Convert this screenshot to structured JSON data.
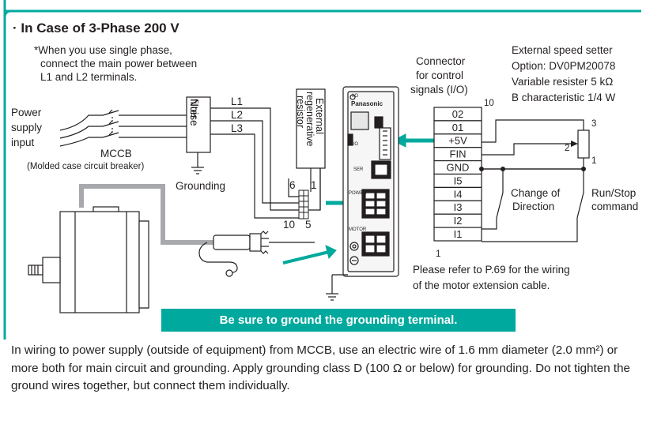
{
  "title": "· In Case of 3-Phase 200 V",
  "note": [
    "*When you use single phase,",
    "connect the main power between",
    "L1 and L2 terminals."
  ],
  "power_supply_input": [
    "Power",
    "supply",
    "input"
  ],
  "mccb": {
    "label": "MCCB",
    "sub": "(Molded case circuit breaker)"
  },
  "noise_filter": [
    "Noise",
    "filter"
  ],
  "lines": [
    "L1",
    "L2",
    "L3"
  ],
  "grounding": "Grounding",
  "resistor": [
    "External",
    "regenerative",
    "resistor"
  ],
  "terminal_numbers": {
    "top_left": "6",
    "top_right": "1",
    "bottom_left": "10",
    "bottom_right": "5"
  },
  "driver": {
    "brand": "Panasonic",
    "io": "I/O",
    "ser": "SER",
    "power": "POWER",
    "motor": "MOTOR",
    "window": "I/O"
  },
  "connector": {
    "label": [
      "Connector",
      "for control",
      "signals (I/O)"
    ],
    "pin_top": "10",
    "pin_bottom": "1"
  },
  "io_pins": [
    "02",
    "01",
    "+5V",
    "FIN",
    "GND",
    "I5",
    "I4",
    "I3",
    "I2",
    "I1"
  ],
  "speed_setter": [
    "External speed setter",
    "Option: DV0PM20078",
    "Variable resister 5 kΩ",
    "B characteristic 1/4 W"
  ],
  "pot_terminals": [
    "3",
    "2",
    "1"
  ],
  "switches": {
    "direction": [
      "Change of",
      "Direction"
    ],
    "run_stop": [
      "Run/Stop",
      "command"
    ]
  },
  "refer_note": [
    "Please refer to P.69 for the wiring",
    "of the motor extension cable."
  ],
  "banner": "Be sure to ground the grounding terminal.",
  "paragraph": "In wiring to power supply (outside of equipment) from MCCB, use an electric wire of 1.6 mm diameter (2.0 mm²) or more both for main circuit and grounding. Apply grounding class D (100 Ω or below) for grounding. Do not tighten the ground wires together, but connect them individually.",
  "colors": {
    "frame": "#00a99d",
    "accent": "#00a99d",
    "cable": "#a7a9ac",
    "ink": "#231f20"
  }
}
